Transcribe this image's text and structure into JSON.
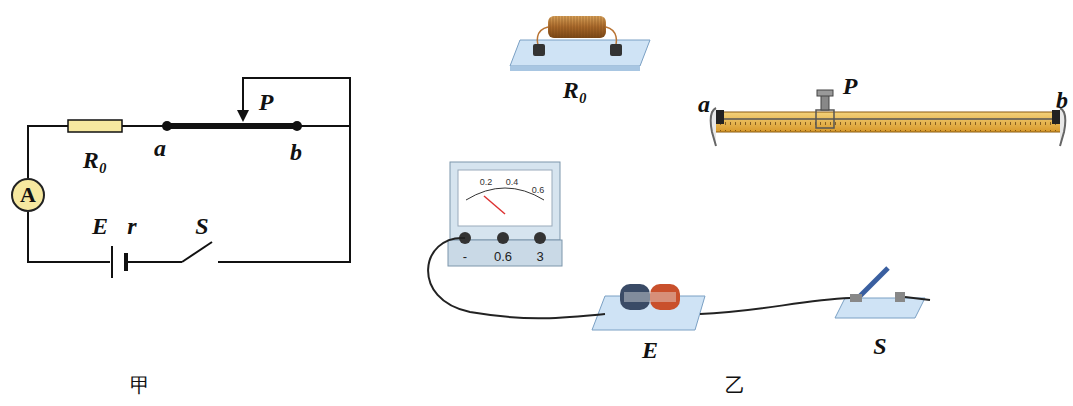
{
  "diagram": {
    "nodes": [
      {
        "text": [
          "A"
        ]
      }
    ],
    "labels": [
      "R₀",
      "a",
      "P",
      "b",
      "E",
      "r",
      "S",
      "甲",
      "R₀",
      "P",
      "a",
      "b",
      "0.2",
      "0.4",
      "0.6",
      "-",
      "0.6",
      "3",
      "E",
      "S",
      "乙"
    ]
  }
}
